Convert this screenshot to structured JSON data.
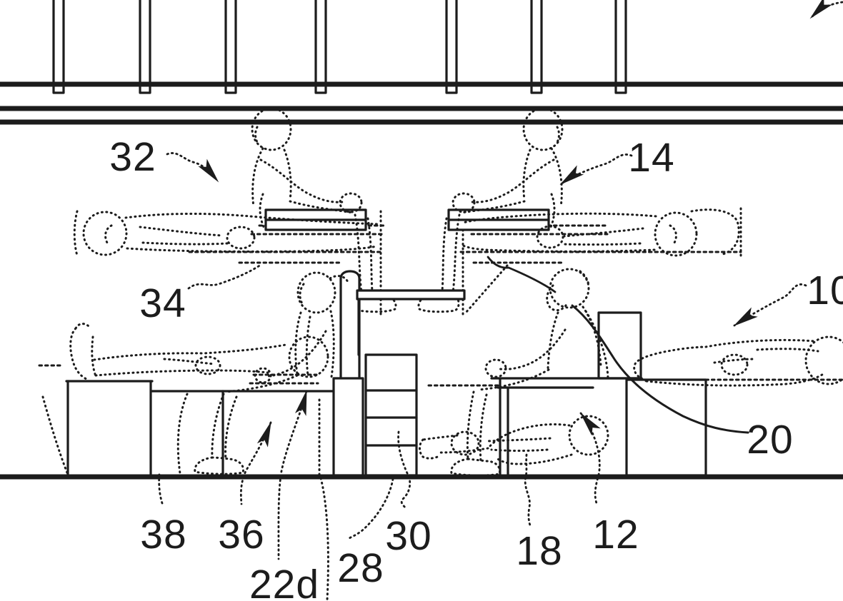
{
  "drawing": {
    "description": "patent-style aircraft cabin cross-section with seated and lying passengers",
    "ink_color": "#1c1c1c",
    "background_color": "#ffffff",
    "labels": {
      "l32": "32",
      "l14": "14",
      "l34": "34",
      "l10": "10",
      "l20": "20",
      "l38": "38",
      "l36": "36",
      "l22d": "22d",
      "l28": "28",
      "l30": "30",
      "l18": "18",
      "l12": "12"
    }
  }
}
